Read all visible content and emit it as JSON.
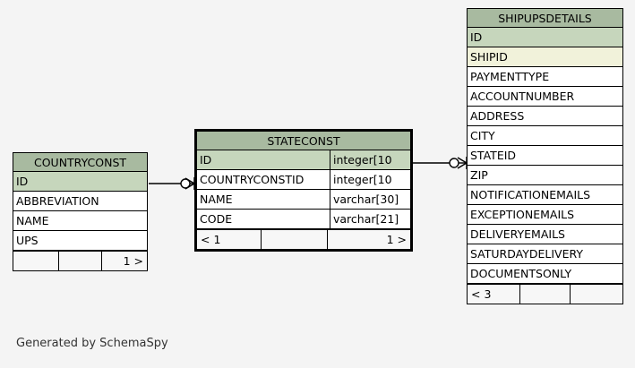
{
  "page": {
    "background_color": "#f4f4f4",
    "footer_text": "Generated by SchemaSpy"
  },
  "palette": {
    "title_bg": "#a8baa0",
    "primary_key_bg": "#c6d6bc",
    "foreign_key_bg": "#f1f2da",
    "row_bg": "#ffffff",
    "border": "#000000",
    "footer_bg": "#f7f7f7"
  },
  "tables": {
    "countryconst": {
      "title": "COUNTRYCONST",
      "focal": false,
      "columns": [
        {
          "name": "ID",
          "type": "",
          "key": "primary"
        },
        {
          "name": "ABBREVIATION",
          "type": "",
          "key": "none"
        },
        {
          "name": "NAME",
          "type": "",
          "key": "none"
        },
        {
          "name": "UPS",
          "type": "",
          "key": "none"
        }
      ],
      "footer": {
        "left": "",
        "middle": "",
        "right": "1 >"
      }
    },
    "stateconst": {
      "title": "STATECONST",
      "focal": true,
      "columns": [
        {
          "name": "ID",
          "type": "integer[10",
          "key": "primary"
        },
        {
          "name": "COUNTRYCONSTID",
          "type": "integer[10",
          "key": "none"
        },
        {
          "name": "NAME",
          "type": "varchar[30]",
          "key": "none"
        },
        {
          "name": "CODE",
          "type": "varchar[21]",
          "key": "none"
        }
      ],
      "footer": {
        "left": "< 1",
        "middle": "",
        "right": "1 >"
      }
    },
    "shipupsdetails": {
      "title": "SHIPUPSDETAILS",
      "focal": false,
      "columns": [
        {
          "name": "ID",
          "type": "",
          "key": "primary"
        },
        {
          "name": "SHIPID",
          "type": "",
          "key": "foreign"
        },
        {
          "name": "PAYMENTTYPE",
          "type": "",
          "key": "none"
        },
        {
          "name": "ACCOUNTNUMBER",
          "type": "",
          "key": "none"
        },
        {
          "name": "ADDRESS",
          "type": "",
          "key": "none"
        },
        {
          "name": "CITY",
          "type": "",
          "key": "none"
        },
        {
          "name": "STATEID",
          "type": "",
          "key": "none"
        },
        {
          "name": "ZIP",
          "type": "",
          "key": "none"
        },
        {
          "name": "NOTIFICATIONEMAILS",
          "type": "",
          "key": "none"
        },
        {
          "name": "EXCEPTIONEMAILS",
          "type": "",
          "key": "none"
        },
        {
          "name": "DELIVERYEMAILS",
          "type": "",
          "key": "none"
        },
        {
          "name": "SATURDAYDELIVERY",
          "type": "",
          "key": "none"
        },
        {
          "name": "DOCUMENTSONLY",
          "type": "",
          "key": "none"
        }
      ],
      "footer": {
        "left": "< 3",
        "middle": "",
        "right": ""
      }
    }
  },
  "relationships": [
    {
      "name": "countryconst-to-stateconst",
      "from_table": "countryconst",
      "from_column": "ID",
      "to_table": "stateconst",
      "to_column": "COUNTRYCONSTID",
      "marker": "zero-or-many"
    },
    {
      "name": "stateconst-to-shipupsdetails",
      "from_table": "stateconst",
      "from_column": "ID",
      "to_table": "shipupsdetails",
      "to_column": "STATEID",
      "marker": "zero-or-many"
    }
  ]
}
